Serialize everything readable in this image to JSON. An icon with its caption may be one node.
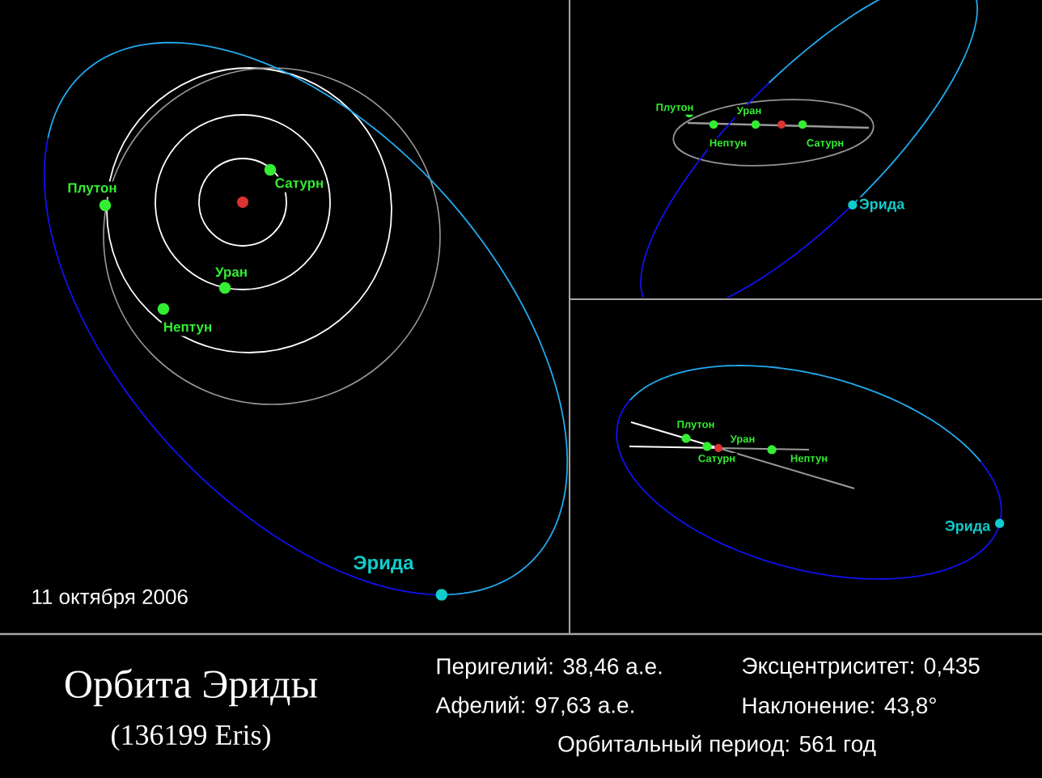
{
  "diagram": {
    "title": "Орбита Эриды",
    "labels": [
      "Плутон",
      "Сатурн",
      "Уран",
      "Нептун",
      "Эрида",
      "11 октября 2006",
      "Плутон",
      "Уран",
      "Нептун",
      "Сатурн",
      "Эрида",
      "Плутон",
      "Уран",
      "Сатурн",
      "Нептун",
      "Эрида",
      "(136199 Eris)",
      "Перигелий: 38,46 а.е.",
      "Эксцентриситет: 0,435",
      "Афелий: 97,63 а.е.",
      "Наклонение: 43,8°",
      "Орбитальный период: 561 год"
    ]
  }
}
